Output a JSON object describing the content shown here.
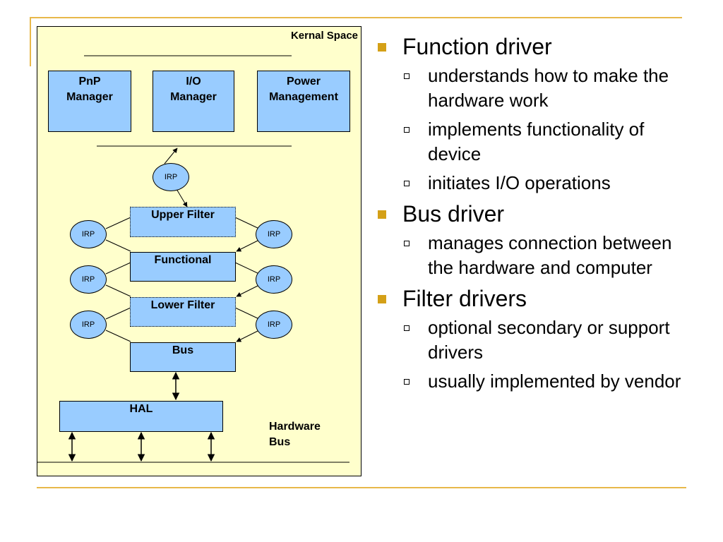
{
  "colors": {
    "accent": "#e8b84a",
    "box_fill": "#99ccff",
    "panel_fill": "#ffffcc",
    "bullet": "#d4a017"
  },
  "diagram": {
    "kernal_space": "Kernal Space",
    "pnp": [
      "PnP",
      "Manager"
    ],
    "io": [
      "I/O",
      "Manager"
    ],
    "power": [
      "Power",
      "Management"
    ],
    "irp": "IRP",
    "upper_filter": "Upper Filter",
    "functional": "Functional",
    "lower_filter": "Lower Filter",
    "bus": "Bus",
    "hal": "HAL",
    "hardware_bus": [
      "Hardware",
      "Bus"
    ]
  },
  "bullets": [
    {
      "text": "Function driver",
      "subs": [
        "understands how to make the hardware work",
        "implements functionality of device",
        "initiates I/O operations"
      ]
    },
    {
      "text": "Bus driver",
      "subs": [
        "manages connection between the hardware and computer"
      ]
    },
    {
      "text": "Filter drivers",
      "subs": [
        "optional secondary or support drivers",
        "usually implemented by vendor"
      ]
    }
  ]
}
